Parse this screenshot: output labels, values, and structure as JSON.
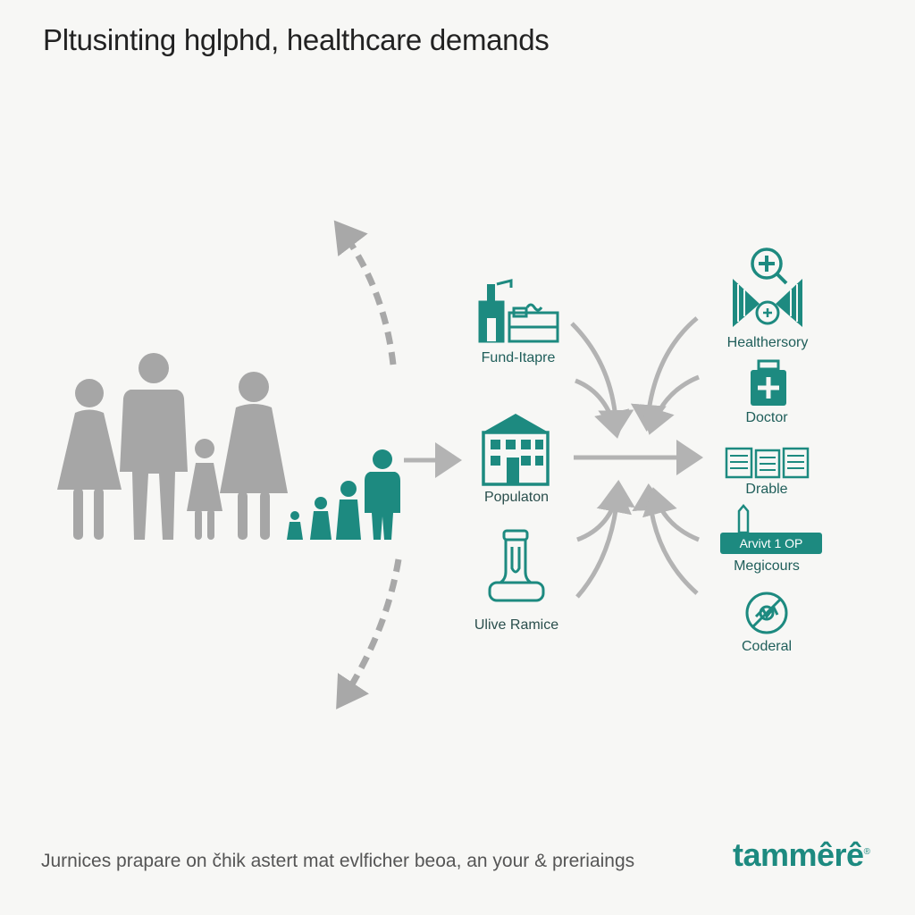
{
  "title": "Pltusinting hglphd, healthcare demands",
  "nodes": {
    "fund": {
      "label": "Fund-Itapre",
      "icon": "factory-icon"
    },
    "population": {
      "label": "Populaton",
      "icon": "building-icon"
    },
    "ulive": {
      "label": "Ulive Ramice",
      "icon": "medicine-bottle-icon"
    },
    "healthersory": {
      "label": "Healthersory",
      "icon": "hospital-cross-icon"
    },
    "doctor": {
      "label": "Doctor",
      "icon": "medical-kit-icon"
    },
    "drable": {
      "label": "Drable",
      "icon": "documents-icon"
    },
    "medicours": {
      "label": "Megicours",
      "icon": "ward-sign-icon",
      "sign_text": "Arvivt 1 OP"
    },
    "coderal": {
      "label": "Coderal",
      "icon": "crossed-circle-icon"
    }
  },
  "colors": {
    "teal": "#1d8a80",
    "gray": "#a6a6a6",
    "arrow": "#b3b3b3"
  },
  "footer": "Jurnices prapare on čhik astert mat evlficher beoa, an your & preriaings",
  "brand": "tammêrê"
}
